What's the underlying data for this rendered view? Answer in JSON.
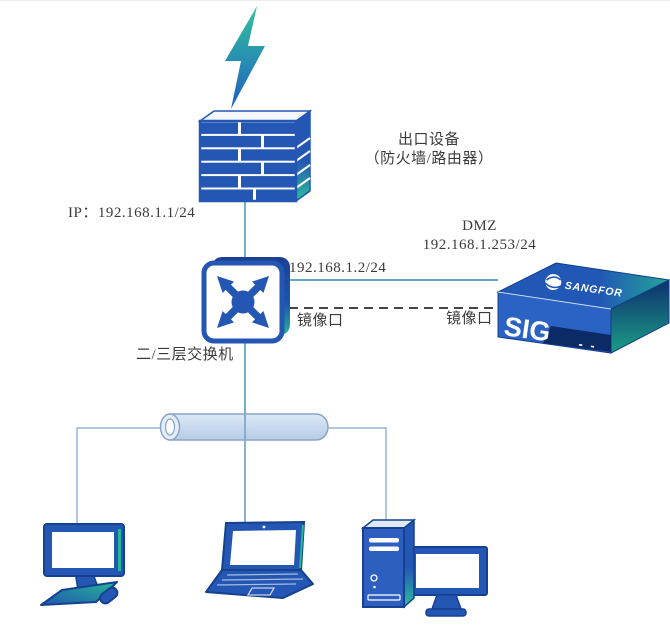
{
  "labels": {
    "egress_device_name": "出口设备",
    "egress_device_type": "（防火墙/路由器）",
    "egress_ip": "IP：192.168.1.1/24",
    "switch_uplink_ip": "192.168.1.2/24",
    "switch_name": "二/三层交换机",
    "dmz_zone": "DMZ",
    "dmz_ip": "192.168.1.253/24",
    "mirror_port_switch_side": "镜像口",
    "mirror_port_sig_side": "镜像口"
  },
  "sig_appliance": {
    "brand": "SANGFOR",
    "model": "SIG",
    "led_marks": "- -"
  },
  "colors": {
    "device_blue": "#2456b4",
    "device_dark_blue": "#16418f",
    "device_teal": "#27b795",
    "connector_teal": "#72b1c7",
    "connector_gray_blue": "#95b3d7",
    "mirror_dash_color": "#454545",
    "bus_fill": "#c7d9ed",
    "text_color": "#3b3b3b"
  }
}
